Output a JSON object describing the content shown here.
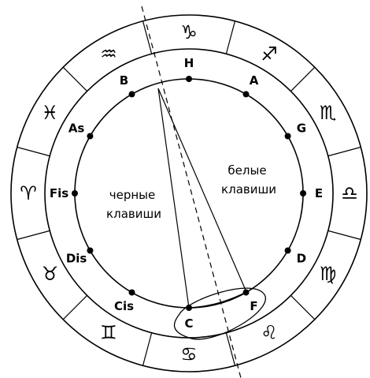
{
  "diagram": {
    "notes": [
      {
        "id": "H",
        "label": "H"
      },
      {
        "id": "A",
        "label": "A"
      },
      {
        "id": "G",
        "label": "G"
      },
      {
        "id": "E",
        "label": "E"
      },
      {
        "id": "D",
        "label": "D"
      },
      {
        "id": "F",
        "label": "F"
      },
      {
        "id": "C",
        "label": "C"
      },
      {
        "id": "Cis",
        "label": "Cis"
      },
      {
        "id": "Dis",
        "label": "Dis"
      },
      {
        "id": "Fis",
        "label": "Fis"
      },
      {
        "id": "As",
        "label": "As"
      },
      {
        "id": "B",
        "label": "B"
      }
    ],
    "zodiac": [
      {
        "id": "capricorn",
        "glyph": "♑"
      },
      {
        "id": "sagittarius",
        "glyph": "♐"
      },
      {
        "id": "scorpio",
        "glyph": "♏"
      },
      {
        "id": "libra",
        "glyph": "♎"
      },
      {
        "id": "virgo",
        "glyph": "♍"
      },
      {
        "id": "leo",
        "glyph": "♌"
      },
      {
        "id": "cancer",
        "glyph": "♋"
      },
      {
        "id": "gemini",
        "glyph": "♊"
      },
      {
        "id": "taurus",
        "glyph": "♉"
      },
      {
        "id": "aries",
        "glyph": "♈"
      },
      {
        "id": "pisces",
        "glyph": "♓"
      },
      {
        "id": "aquarius",
        "glyph": "♒"
      }
    ],
    "labels": {
      "black_keys_line1": "черные",
      "black_keys_line2": "клавиши",
      "white_keys_line1": "белые",
      "white_keys_line2": "клавиши"
    }
  }
}
